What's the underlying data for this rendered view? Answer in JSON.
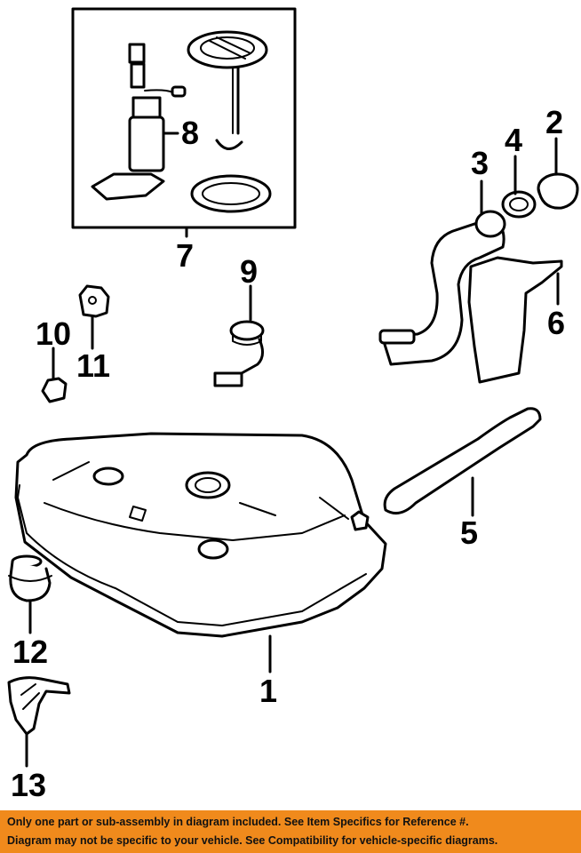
{
  "callouts": {
    "c1": "1",
    "c2": "2",
    "c3": "3",
    "c4": "4",
    "c5": "5",
    "c6": "6",
    "c7": "7",
    "c8": "8",
    "c9": "9",
    "c10": "10",
    "c11": "11",
    "c12": "12",
    "c13": "13"
  },
  "footer": {
    "line1": "Only one part or sub-assembly in diagram included. See Item Specifics for Reference #.",
    "line2": "Diagram may not be specific to your vehicle. See Compatibility for vehicle-specific diagrams."
  },
  "colors": {
    "footer_bg": "#f08a1c",
    "ink": "#000000"
  }
}
